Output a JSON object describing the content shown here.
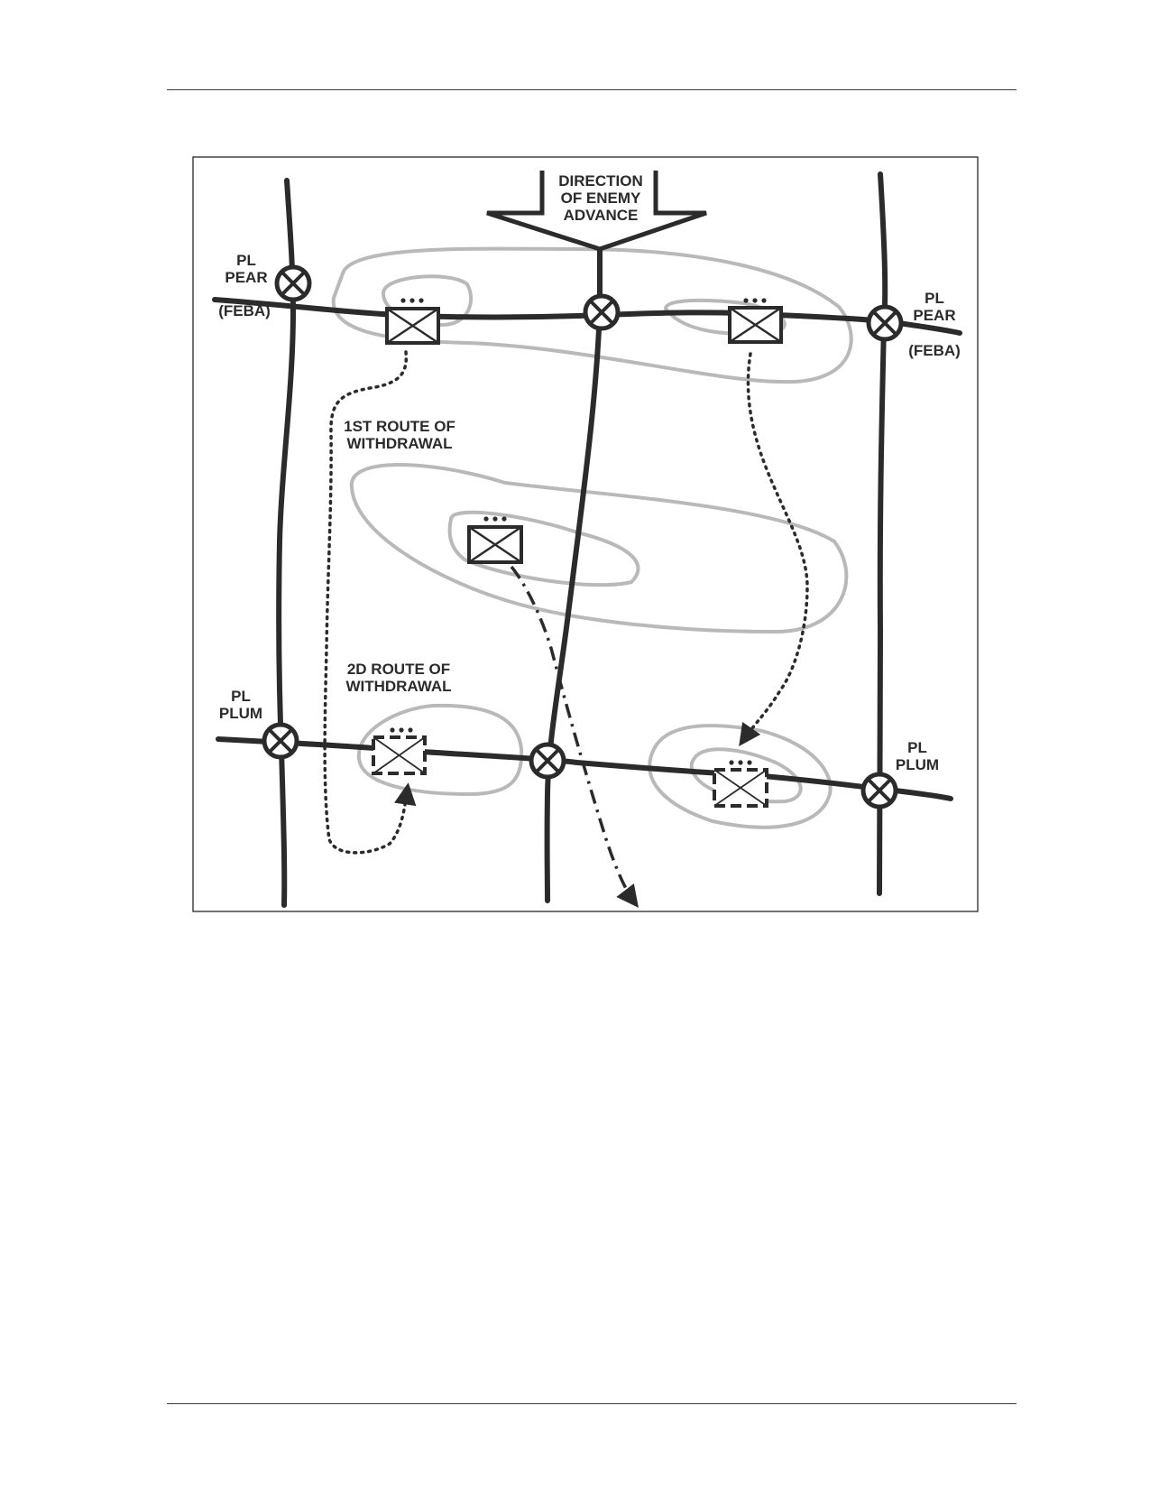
{
  "diagram": {
    "colors": {
      "ink": "#2b2b2b",
      "terrain": "#b9b9b9",
      "frame": "#444444",
      "background": "#ffffff"
    },
    "enemy_arrow": {
      "line1": "DIRECTION",
      "line2": "OF ENEMY",
      "line3": "ADVANCE"
    },
    "phase_lines": {
      "pear_left": {
        "line1": "PL",
        "line2": "PEAR",
        "line3": "(FEBA)"
      },
      "pear_right": {
        "line1": "PL",
        "line2": "PEAR",
        "line3": "(FEBA)"
      },
      "plum_left": {
        "line1": "PL",
        "line2": "PLUM"
      },
      "plum_right": {
        "line1": "PL",
        "line2": "PLUM"
      }
    },
    "routes": {
      "first": {
        "line1": "1ST ROUTE OF",
        "line2": "WITHDRAWAL"
      },
      "second": {
        "line1": "2D ROUTE OF",
        "line2": "WITHDRAWAL"
      }
    },
    "icons": [
      "unit-symbol-icon",
      "planned-position-icon",
      "contact-point-icon",
      "withdrawal-arrow-icon"
    ]
  }
}
